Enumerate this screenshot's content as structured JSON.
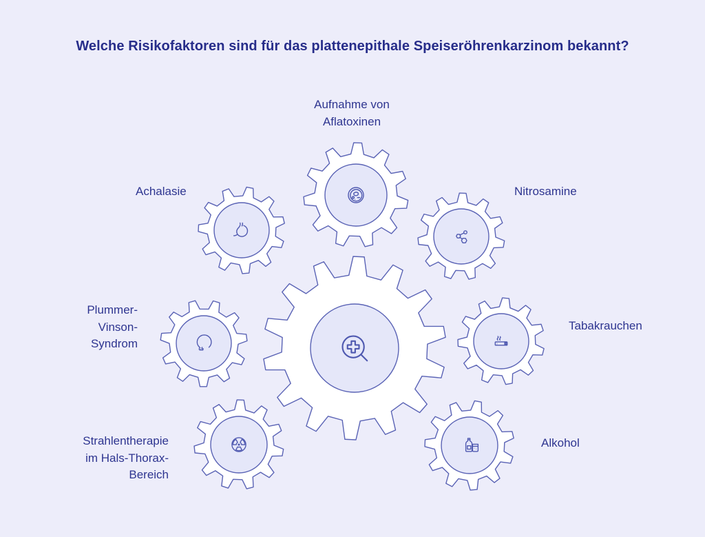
{
  "title": "Welche Risikofaktoren sind für das plattenepithale Speiseröhrenkarzinom bekannt?",
  "colors": {
    "background": "#ededfa",
    "gear_fill": "#ffffff",
    "gear_outline": "#5a63b5",
    "hub_fill": "#e5e7f9",
    "icon_stroke": "#4f59b0",
    "title_text": "#272d8a",
    "label_text": "#2e3590"
  },
  "center": {
    "icon": "magnifier-medical-cross-icon"
  },
  "factors": [
    {
      "label": "Aufnahme von\nAflatoxinen",
      "icon": "petri-dish-icon"
    },
    {
      "label": "Achalasie",
      "icon": "stomach-icon"
    },
    {
      "label": "Nitrosamine",
      "icon": "molecule-icon"
    },
    {
      "label": "Plummer-\nVinson-\nSyndrom",
      "icon": "head-throat-icon"
    },
    {
      "label": "Tabakrauchen",
      "icon": "cigarette-icon"
    },
    {
      "label": "Strahlentherapie\nim Hals-Thorax-\nBereich",
      "icon": "radiation-icon"
    },
    {
      "label": "Alkohol",
      "icon": "alcohol-bottle-glass-icon"
    }
  ]
}
